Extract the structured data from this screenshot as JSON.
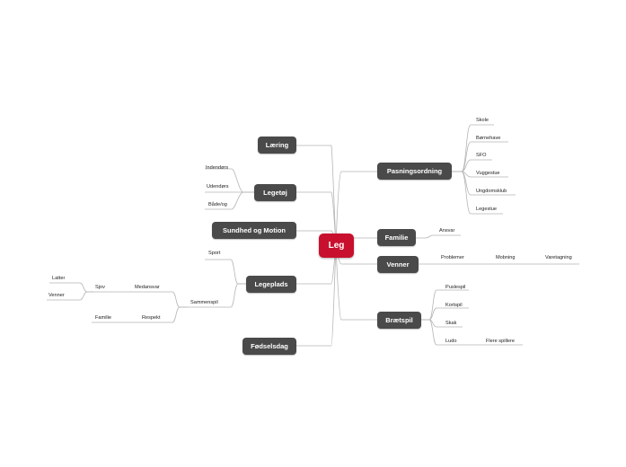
{
  "center": {
    "label": "Leg",
    "color": "#c8102e"
  },
  "colors": {
    "node_bg": "#4a4a4a",
    "line": "#b5b5b5"
  },
  "left_branches": {
    "laering": {
      "label": "Læring"
    },
    "legetoj": {
      "label": "Legetøj",
      "children": [
        "Indendørs",
        "Udendørs",
        "Både/og"
      ]
    },
    "sundhed": {
      "label": "Sundhed og Motion"
    },
    "legeplads": {
      "label": "Legeplads",
      "sport": "Sport",
      "sammenspil": "Sammenspil",
      "medansvar": "Medansvar",
      "sjov": "Sjov",
      "latter": "Latter",
      "venner": "Venner",
      "respekt": "Respekt",
      "familie": "Familie"
    },
    "fodselsdag": {
      "label": "Fødselsdag"
    }
  },
  "right_branches": {
    "pasning": {
      "label": "Pasningsordning",
      "children": [
        "Skole",
        "Børnehave",
        "SFO",
        "Vuggestue",
        "Ungdomsklub",
        "Legestue"
      ]
    },
    "familie": {
      "label": "Familie",
      "child": "Ansvar"
    },
    "venner": {
      "label": "Venner",
      "problemer": "Problemer",
      "mobning": "Mobning",
      "varetagning": "Varetagning"
    },
    "braetspil": {
      "label": "Brætspil",
      "puslespil": "Puslespil",
      "kortspil": "Kortspil",
      "skak": "Skak",
      "ludo": "Ludo",
      "flere": "Flere spillere"
    }
  }
}
